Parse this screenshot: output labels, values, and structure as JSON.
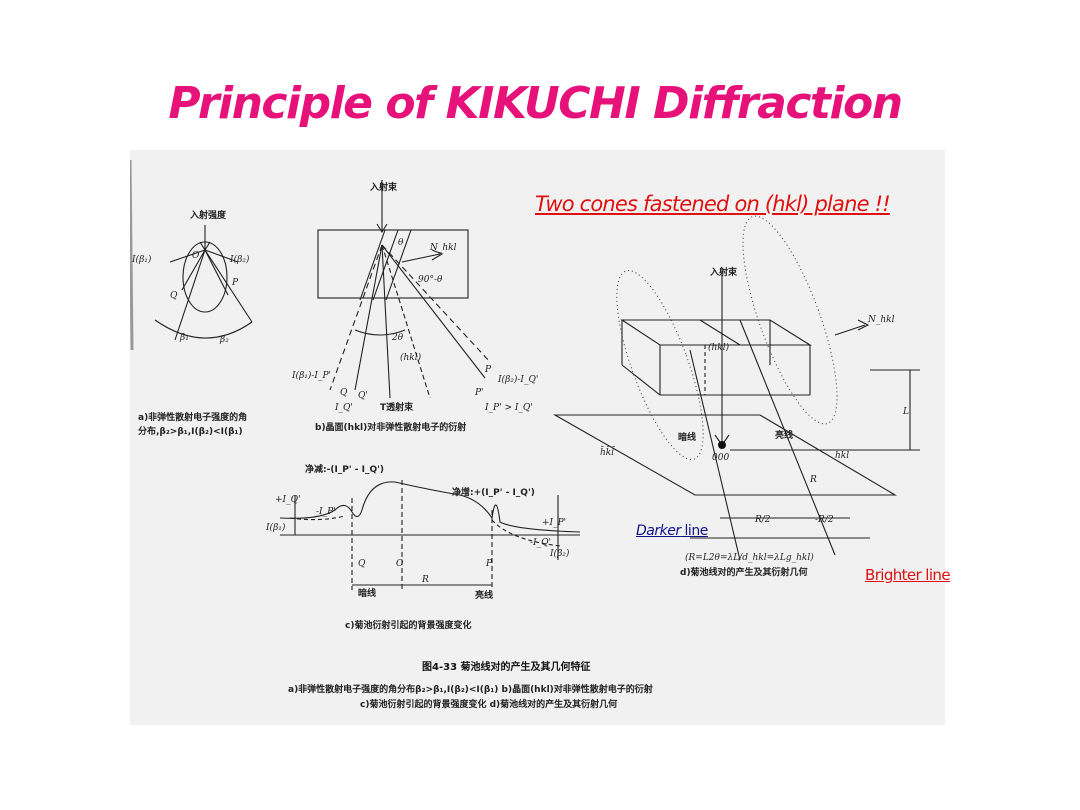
{
  "slide": {
    "title": "Principle of KIKUCHI Diffraction"
  },
  "colors": {
    "title": "#e6127a",
    "annotation_red": "#e01010",
    "annotation_blue": "#10108a",
    "figure_bg": "#f1f1f1",
    "ink": "#222222"
  },
  "annotations": {
    "cones": "Two cones fastened on (hkl) plane !!",
    "darker_em": "Darker",
    "darker_rest": " line",
    "brighter": "Brighter line"
  },
  "figure": {
    "panel_a": {
      "incident_intensity": "入射强度",
      "i_beta1": "I(β₁)",
      "i_beta2": "I(β₂)",
      "beta1": "β₁",
      "beta2": "β₂",
      "o": "O",
      "p": "P",
      "q": "Q",
      "caption_1": "a)非弹性散射电子强度的角",
      "caption_2": "分布,β₂>β₁,I(β₂)<I(β₁)"
    },
    "panel_b": {
      "incident_beam": "入射束",
      "normal": "N_hkl",
      "theta": "θ",
      "ninety_minus_theta": "90°-θ",
      "two_theta": "2θ",
      "plane": "(hkl)",
      "left_intensity": "I(β₁)-I_P'",
      "right_intensity": "I(β₂)-I_Q'",
      "transmitted": "T透射束",
      "ip_gt_iq": "I_P' > I_Q'",
      "q": "Q",
      "q_prime": "Q'",
      "p": "P",
      "p_prime": "P'",
      "iq_prime": "I_Q'",
      "caption": "b)晶面(hkl)对非弹性散射电子的衍射"
    },
    "panel_c": {
      "net_decrease": "净减:-(I_P' - I_Q')",
      "net_increase": "净增:+(I_P' - I_Q')",
      "plus_iq": "+I_Q'",
      "minus_ip": "-I_P'",
      "i_beta1": "I(β₁)",
      "plus_ip": "+I_P'",
      "minus_iq": "-I_Q'",
      "i_beta2": "I(β₂)",
      "q": "Q",
      "o": "O",
      "p": "P",
      "r": "R",
      "dark_line": "暗线",
      "bright_line": "亮线",
      "caption": "c)菊池衍射引起的背景强度变化"
    },
    "panel_d": {
      "incident_beam": "入射束",
      "normal": "N_hkl",
      "hkl": "(hkl)",
      "dark_line": "暗线",
      "bright_line": "亮线",
      "origin": "000",
      "hkl_bar": "h̄k̄l̄",
      "hkl_label": "hkl",
      "r": "R",
      "r_half": "R/2",
      "r_half_neg": "-R/2",
      "L": "L",
      "formula": "(R=L2θ=λL/d_hkl=λLg_hkl)",
      "caption": "d)菊池线对的产生及其衍射几何"
    },
    "figure_caption": {
      "number": "图4-33  菊池线对的产生及其几何特征",
      "line1": "a)非弹性散射电子强度的角分布β₂>β₁,I(β₂)<I(β₁)   b)晶面(hkl)对非弹性散射电子的衍射",
      "line2": "c)菊池衍射引起的背景强度变化   d)菊池线对的产生及其衍射几何"
    }
  }
}
